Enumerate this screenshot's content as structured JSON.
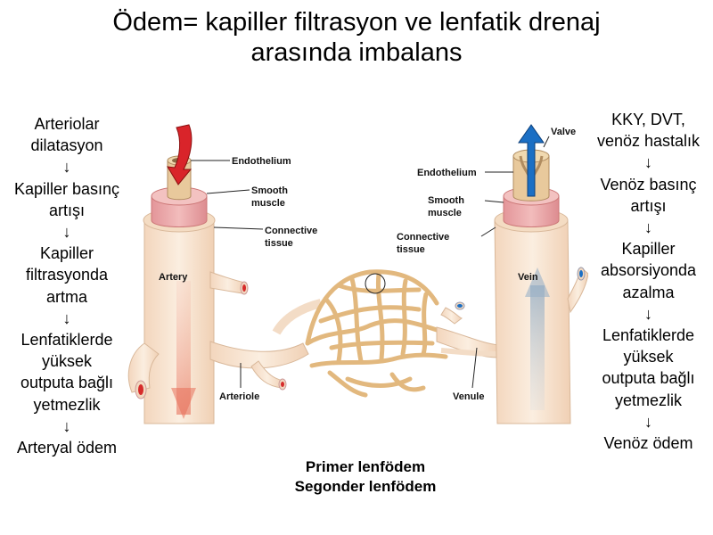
{
  "title": {
    "line1": "Ödem= kapiller filtrasyon ve lenfatik drenaj",
    "line2": "arasında imbalans"
  },
  "left_column": [
    "Arteriolar",
    "dilatasyon",
    "↓",
    "Kapiller basınç",
    "artışı",
    "↓",
    "Kapiller",
    "filtrasyonda",
    "artma",
    "↓",
    "Lenfatiklerde",
    "yüksek",
    "outputa bağlı",
    "yetmezlik",
    "↓",
    "Arteryal ödem"
  ],
  "right_column": [
    "KKY, DVT,",
    "venöz hastalık",
    "↓",
    "Venöz basınç",
    "artışı",
    "↓",
    "Kapiller",
    "absorsiyonda",
    "azalma",
    "↓",
    "Lenfatiklerde",
    "yüksek",
    "outputa bağlı",
    "yetmezlik",
    "↓",
    "Venöz ödem"
  ],
  "bottom_text": {
    "line1": "Primer lenfödem",
    "line2": "Segonder lenfödem"
  },
  "diagram_labels": {
    "artery_endothelium": "Endothelium",
    "artery_smooth_1": "Smooth",
    "artery_smooth_2": "muscle",
    "artery_connective_1": "Connective",
    "artery_connective_2": "tissue",
    "artery": "Artery",
    "arteriole": "Arteriole",
    "valve": "Valve",
    "vein_endothelium": "Endothelium",
    "vein_smooth_1": "Smooth",
    "vein_smooth_2": "muscle",
    "vein_connective_1": "Connective",
    "vein_connective_2": "tissue",
    "vein": "Vein",
    "venule": "Venule"
  },
  "colors": {
    "vessel": "#f6e2cf",
    "muscle": "#e9a0a2",
    "connective": "#f0d9b0",
    "arterial_flow": "#d9242a",
    "venous_flow": "#1b6fc4",
    "capillary": "#e8c28e"
  }
}
